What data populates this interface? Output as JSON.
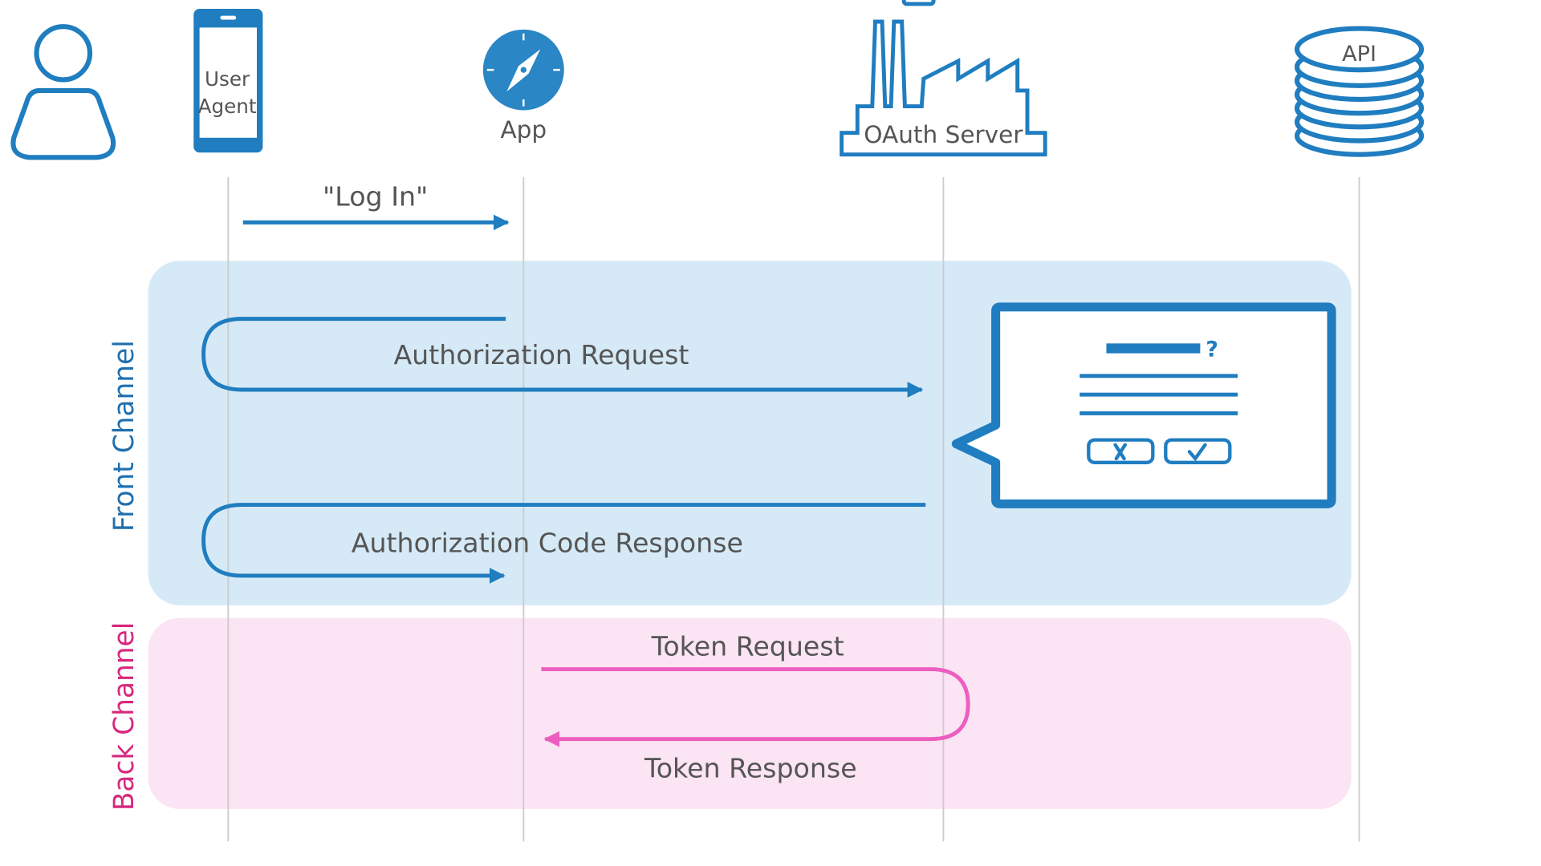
{
  "colors": {
    "blue": "#1f7dc0",
    "front_channel_bg": "#d6e9f6",
    "back_channel_bg": "#fbe4f3",
    "back_channel_text": "#d6287e",
    "pink_arrow": "#ec5ec0",
    "lifeline": "#cccccc",
    "text": "#555555"
  },
  "actors": {
    "user": {
      "icon": "person-icon"
    },
    "user_agent": {
      "line1": "User",
      "line2": "Agent",
      "icon": "phone-icon"
    },
    "app": {
      "label": "App",
      "icon": "compass-icon"
    },
    "oauth_server": {
      "label": "OAuth Server",
      "icon": "factory-icon"
    },
    "api": {
      "label": "API",
      "icon": "database-icon"
    }
  },
  "messages": {
    "login": "\"Log In\"",
    "authorization_request": "Authorization Request",
    "authorization_code_response": "Authorization Code Response",
    "token_request": "Token Request",
    "token_response": "Token Response"
  },
  "channels": {
    "front": "Front Channel",
    "back": "Back Channel"
  },
  "consent_dialog": {
    "icon": "consent-dialog-icon",
    "buttons": [
      "cancel-x-icon",
      "confirm-check-icon"
    ]
  }
}
